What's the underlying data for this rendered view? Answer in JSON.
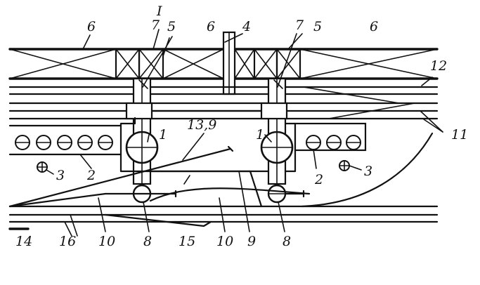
{
  "figure": {
    "title": "I",
    "labels": {
      "l1a": "1",
      "l1b": "1",
      "l2a": "2",
      "l2b": "2",
      "l3a": "3",
      "l3b": "3",
      "l4": "4",
      "l5a": "5",
      "l5b": "5",
      "l6a": "6",
      "l6b": "6",
      "l6c": "6",
      "l7a": "7",
      "l7b": "7",
      "l8a": "8",
      "l8b": "8",
      "l9": "9",
      "l10a": "10",
      "l10b": "10",
      "l11": "11",
      "l12": "12",
      "l139": "13,9",
      "l14": "14",
      "l15": "15",
      "l16": "16"
    }
  }
}
